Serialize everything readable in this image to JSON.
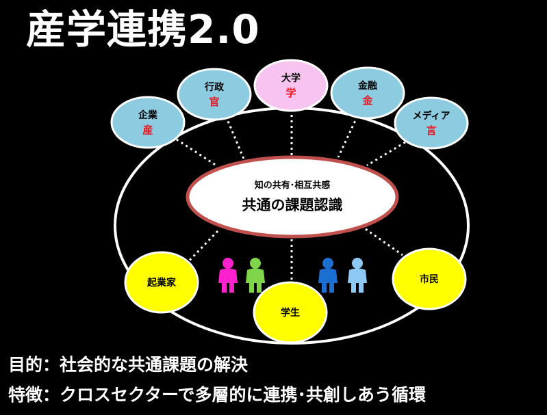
{
  "title": "産学連携2.0",
  "center": {
    "subtitle": "知の共有･相互共感",
    "main": "共通の課題認識"
  },
  "top_nodes": [
    {
      "id": "company",
      "label": "企業",
      "sub": "産"
    },
    {
      "id": "government",
      "label": "行政",
      "sub": "官"
    },
    {
      "id": "university",
      "label": "大学",
      "sub": "学"
    },
    {
      "id": "finance",
      "label": "金融",
      "sub": "金"
    },
    {
      "id": "media",
      "label": "メディア",
      "sub": "言"
    }
  ],
  "bottom_nodes": [
    {
      "id": "entrepreneur",
      "label": "起業家"
    },
    {
      "id": "student",
      "label": "学生"
    },
    {
      "id": "citizen",
      "label": "市民"
    }
  ],
  "people_colors": [
    "#ff22cc",
    "#7fd64a",
    "#1a6fd0",
    "#8ec9f5"
  ],
  "colors": {
    "top_node_fill": "#8dcbe0",
    "university_fill": "#f6c4ee",
    "bottom_node_fill": "#ffff00",
    "center_border": "#c0504d",
    "sub_text": "#e8141e"
  },
  "footer": {
    "line1": "目的：社会的な共通課題の解決",
    "line2": "特徴：クロスセクターで多層的に連携･共創しあう循環"
  }
}
